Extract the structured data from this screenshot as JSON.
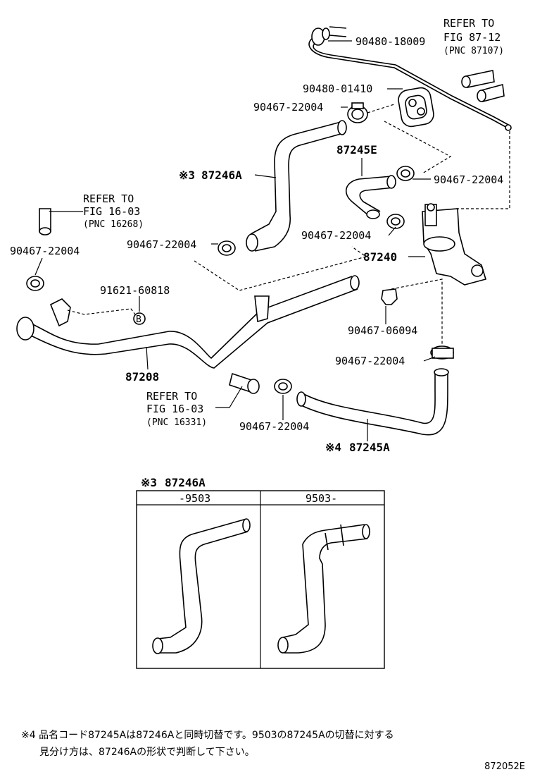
{
  "callouts": {
    "refer_87_12": {
      "line1": "REFER TO",
      "line2": "FIG 87-12",
      "line3": "(PNC 87107)"
    },
    "part_90480_18009": "90480-18009",
    "part_90480_01410": "90480-01410",
    "clamp_upper": "90467-22004",
    "part_87245E": "87245E",
    "clamp_right": "90467-22004",
    "part_87246A": "87246A",
    "mark_3": "※3",
    "refer_16_03a": {
      "line1": "REFER TO",
      "line2": "FIG 16-03",
      "line3": "(PNC 16268)"
    },
    "clamp_mid": "90467-22004",
    "clamp_left": "90467-22004",
    "clamp_left2": "90467-22004",
    "part_87240": "87240",
    "part_91621": "91621-60818",
    "bolt_mark": "B",
    "part_90467_06094": "90467-06094",
    "clamp_lower_right": "90467-22004",
    "part_87208": "87208",
    "refer_16_03b": {
      "line1": "REFER TO",
      "line2": "FIG 16-03",
      "line3": "(PNC 16331)"
    },
    "clamp_bottom": "90467-22004",
    "part_87245A": "87245A",
    "mark_4": "※4"
  },
  "variant_table": {
    "mark": "※3",
    "part": "87246A",
    "col1_header": "-9503",
    "col2_header": "9503-"
  },
  "footnote": {
    "line1": "※4 品名コード87245Aは87246Aと同時切替です。9503の87245Aの切替に対する",
    "line2": "見分け方は、87246Aの形状で判断して下さい。"
  },
  "figure_id": "872052E"
}
